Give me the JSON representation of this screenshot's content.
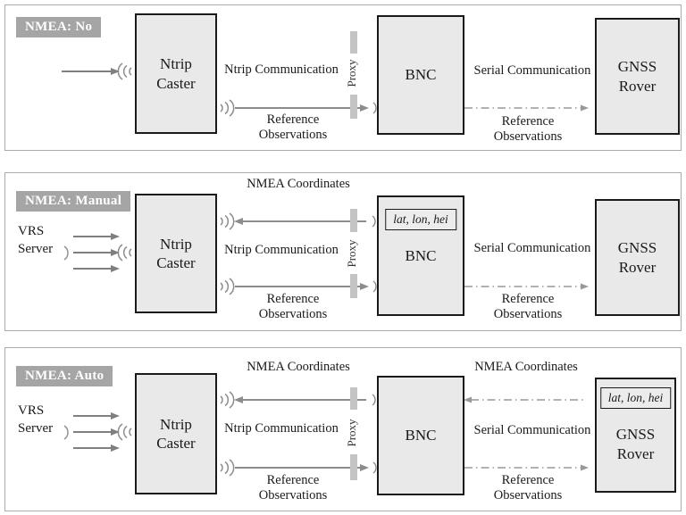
{
  "colors": {
    "box_fill": "#e9e9e9",
    "box_border": "#1a1a1a",
    "badge_bg": "#a5a5a5",
    "badge_text": "#ffffff",
    "solid_arrow": "#7f7f7f",
    "dash_dot_line": "#999999",
    "proxy_dash": "#c4c4c4",
    "panel_border": "#ababab"
  },
  "panels": [
    {
      "header": "NMEA: No",
      "caster_label": "Ntrip Caster",
      "bnc_label": "BNC",
      "rover_label": "GNSS Rover",
      "proxy_label": "Proxy",
      "ntrip_communication": "Ntrip Communication",
      "reference_observations_left": "Reference Observations",
      "serial_communication": "Serial Communication",
      "reference_observations_right": "Reference Observations"
    },
    {
      "header": "NMEA: Manual",
      "vrs_server": "VRS Server",
      "caster_label": "Ntrip Caster",
      "bnc_label": "BNC",
      "bnc_coords": "lat, lon, hei",
      "rover_label": "GNSS Rover",
      "proxy_label": "Proxy",
      "nmea_coordinates_left": "NMEA Coordinates",
      "ntrip_communication": "Ntrip Communication",
      "reference_observations_left": "Reference Observations",
      "serial_communication": "Serial Communication",
      "reference_observations_right": "Reference Observations"
    },
    {
      "header": "NMEA: Auto",
      "vrs_server": "VRS Server",
      "caster_label": "Ntrip Caster",
      "bnc_label": "BNC",
      "rover_label": "GNSS Rover",
      "rover_coords": "lat, lon, hei",
      "proxy_label": "Proxy",
      "nmea_coordinates_left": "NMEA Coordinates",
      "nmea_coordinates_right": "NMEA Coordinates",
      "ntrip_communication": "Ntrip Communication",
      "reference_observations_left": "Reference Observations",
      "serial_communication": "Serial Communication",
      "reference_observations_right": "Reference Observations"
    }
  ]
}
